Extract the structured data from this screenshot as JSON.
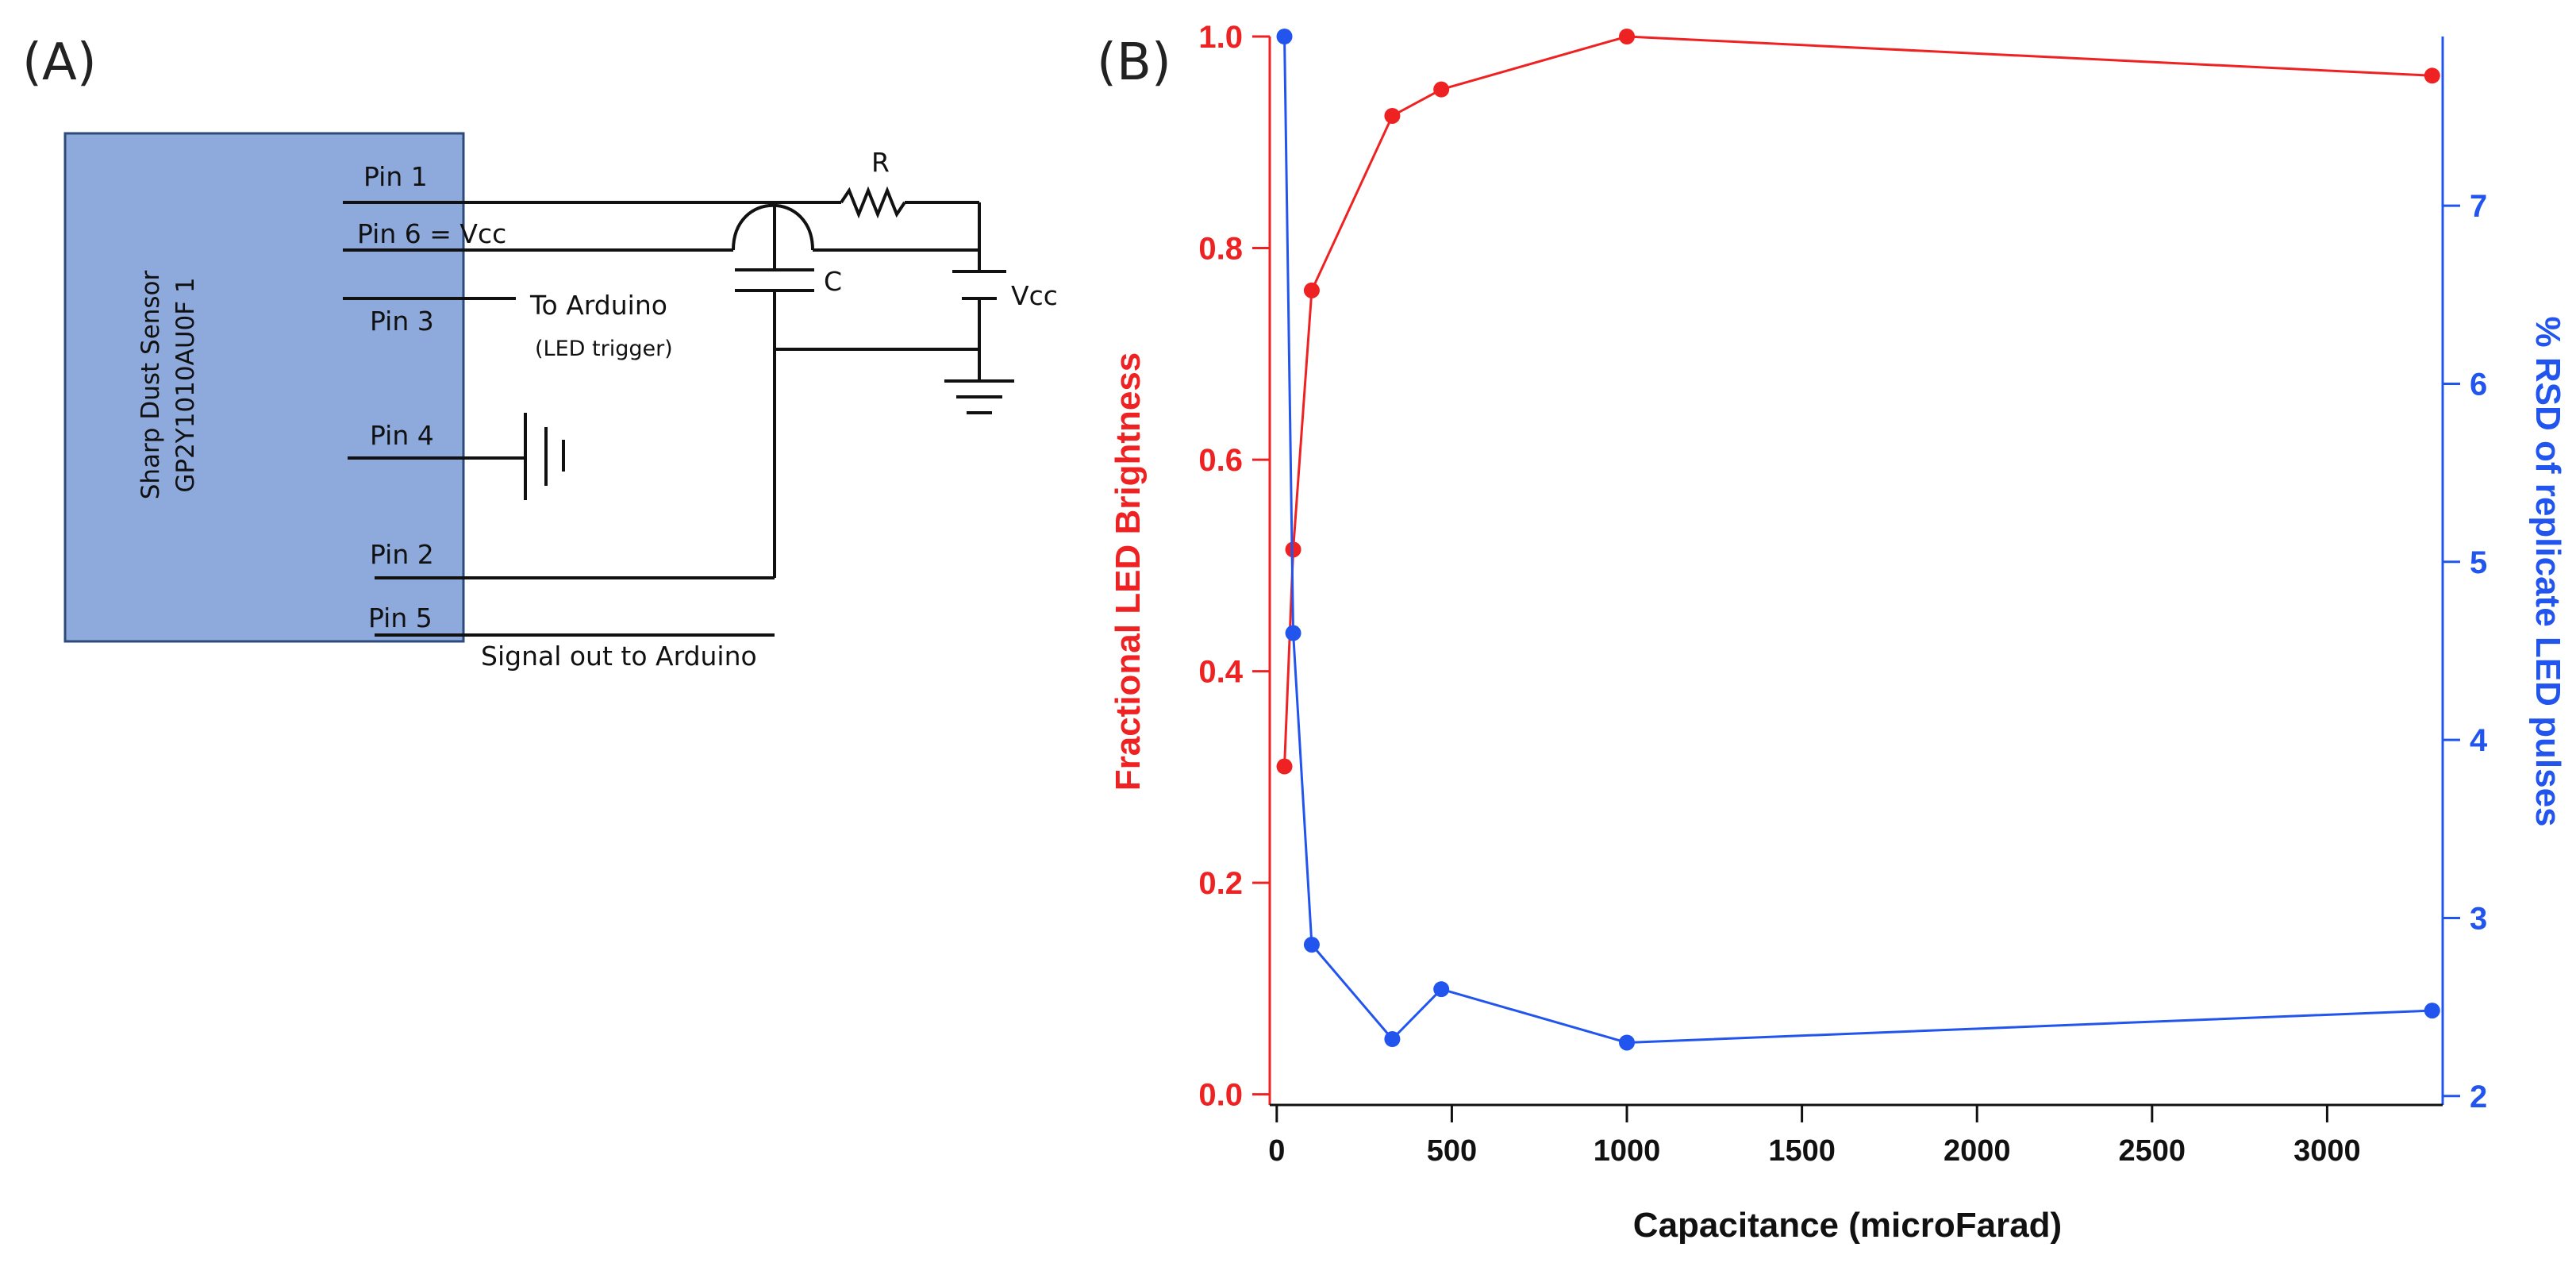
{
  "panel_a": {
    "label": "(A)",
    "sensor_name_line1": "Sharp Dust Sensor",
    "sensor_name_line2": "GP2Y1010AU0F 1",
    "pins": {
      "pin1": "Pin 1",
      "pin6": "Pin 6 = Vcc",
      "pin3": "Pin 3",
      "pin4": "Pin 4",
      "pin2": "Pin 2",
      "pin5": "Pin 5"
    },
    "resistor": "R",
    "capacitor": "C",
    "supply": "Vcc",
    "arduino_trigger": "To Arduino",
    "arduino_trigger_note": "(LED trigger)",
    "signal_out": "Signal out to Arduino",
    "sensor_fill": "#8eaadc"
  },
  "panel_b": {
    "label": "(B)"
  },
  "chart_data": {
    "type": "line",
    "xlabel": "Capacitance (microFarad)",
    "xlim": [
      -20,
      3330
    ],
    "xticks": [
      0,
      500,
      1000,
      1500,
      2000,
      2500,
      3000
    ],
    "series": [
      {
        "axis": "left",
        "color": "#ee2222",
        "x": [
          22,
          47,
          100,
          330,
          470,
          1000,
          3300
        ],
        "values": [
          0.31,
          0.515,
          0.76,
          0.925,
          0.95,
          1.0,
          0.963
        ]
      },
      {
        "axis": "right",
        "color": "#2255ee",
        "x": [
          22,
          47,
          100,
          330,
          470,
          1000,
          3300
        ],
        "values": [
          7.95,
          4.6,
          2.85,
          2.32,
          2.6,
          2.3,
          2.48
        ]
      }
    ],
    "y_left": {
      "label": "Fractional LED Brightness",
      "color": "#ee2222",
      "ylim": [
        -0.01,
        1.0
      ],
      "ticks": [
        0.0,
        0.2,
        0.4,
        0.6,
        0.8,
        1.0
      ],
      "tick_labels": [
        "0.0",
        "0.2",
        "0.4",
        "0.6",
        "0.8",
        "1.0"
      ]
    },
    "y_right": {
      "label": "% RSD of replicate LED pulses",
      "color": "#2255ee",
      "ylim": [
        1.95,
        7.95
      ],
      "ticks": [
        2,
        3,
        4,
        5,
        6,
        7
      ],
      "tick_labels": [
        "2",
        "3",
        "4",
        "5",
        "6",
        "7"
      ]
    },
    "grid": false,
    "legend": "none"
  }
}
